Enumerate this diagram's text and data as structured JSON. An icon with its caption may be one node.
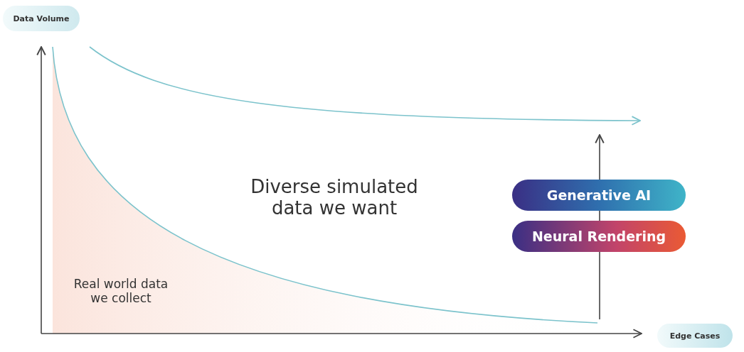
{
  "diagram": {
    "nodes": [
      {
        "text": [
          "Data Volume"
        ]
      },
      {
        "text": [
          "Edge Cases"
        ]
      },
      {
        "text": [
          "Generative AI"
        ]
      },
      {
        "text": [
          "Neural Rendering"
        ]
      }
    ],
    "labels": [
      "Diverse simulated data we want",
      "Real world data we collect"
    ]
  }
}
